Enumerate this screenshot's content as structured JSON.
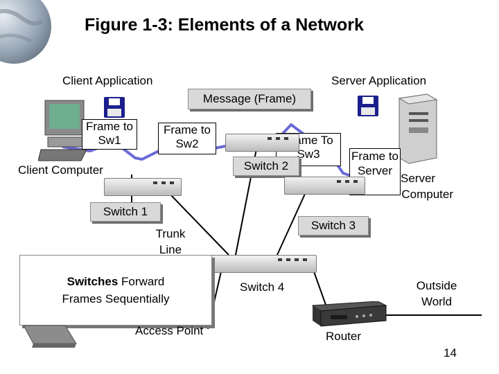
{
  "title": "Figure 1-3: Elements of a Network",
  "labels": {
    "client_app": "Client Application",
    "server_app": "Server Application",
    "message": "Message (Frame)",
    "frame_sw1": "Frame to Sw1",
    "frame_sw2": "Frame to Sw2",
    "frame_sw3": "Frame To Sw3",
    "frame_server": "Frame to Server",
    "switch2": "Switch 2",
    "client_computer": "Client Computer",
    "server_computer_1": "Server",
    "server_computer_2": "Computer",
    "switch1": "Switch 1",
    "switch3": "Switch 3",
    "trunk_line": "Trunk Line",
    "switch4": "Switch 4",
    "outside_world": "Outside World",
    "access_point": "Access Point",
    "router": "Router",
    "page_number": "14"
  },
  "note": {
    "bold": "Switches",
    "rest_line1": " Forward",
    "line2": "Frames Sequentially"
  },
  "colors": {
    "path": "#6a6ad8",
    "link": "#000000",
    "floppy": "#1b1f8c"
  },
  "icons": [
    "globe-icon",
    "client-computer-icon",
    "server-tower-icon",
    "floppy-disk-icon",
    "switch-icon",
    "router-icon",
    "laptop-icon"
  ]
}
